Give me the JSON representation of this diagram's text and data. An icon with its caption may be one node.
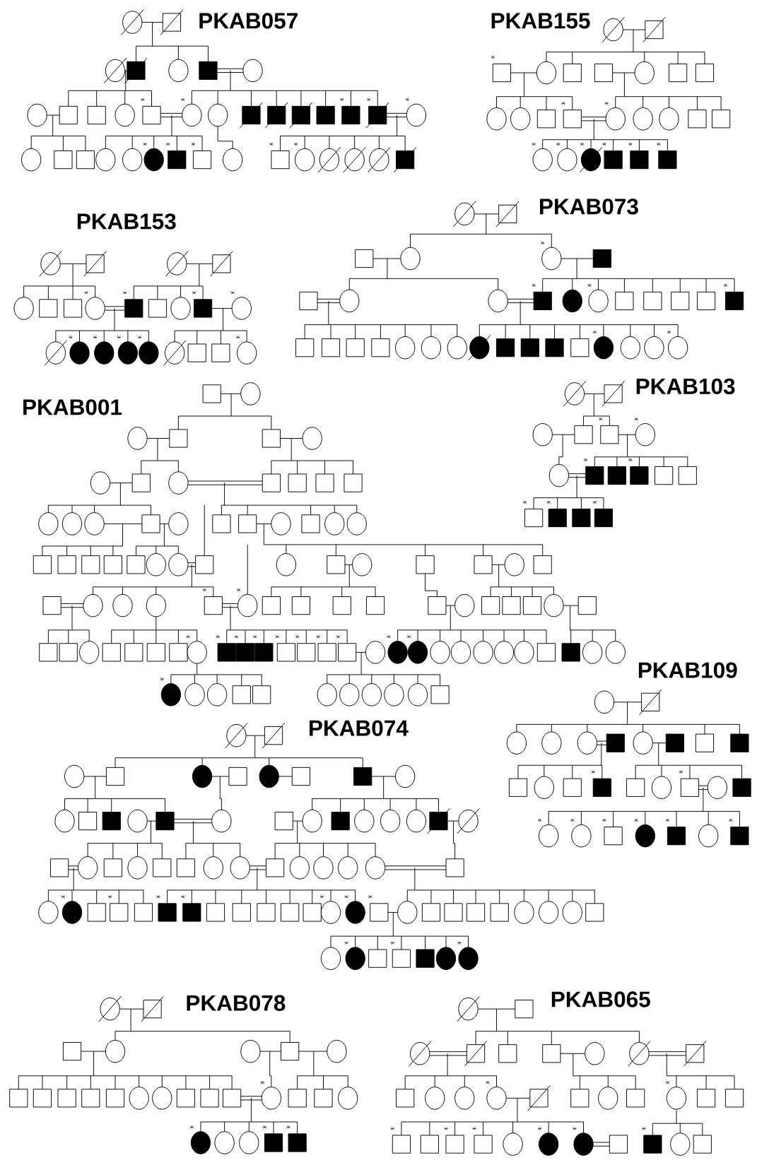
{
  "diagram": {
    "labels": [
      "PKAB057",
      "PKAB155",
      "PKAB153",
      "PKAB073",
      "PKAB001",
      "PKAB103",
      "PKAB109",
      "PKAB074",
      "PKAB078",
      "PKAB065"
    ]
  }
}
